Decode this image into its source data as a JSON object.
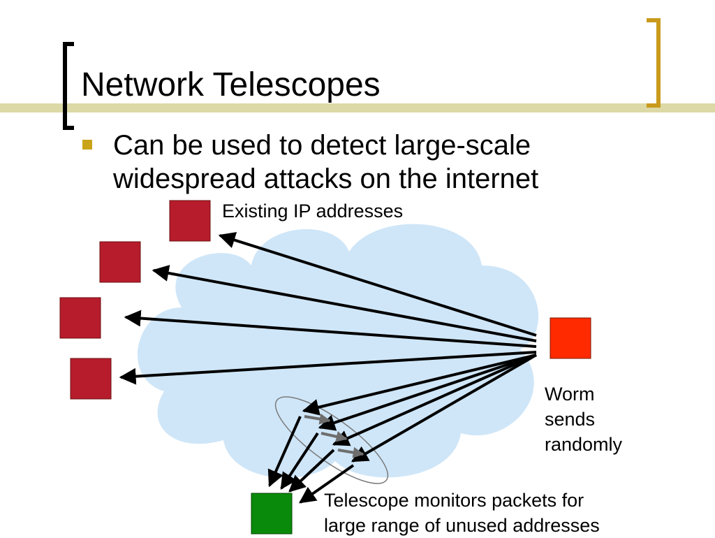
{
  "slide": {
    "title": "Network Telescopes",
    "bullet": "Can be used to detect large-scale widespread attacks on the internet"
  },
  "diagram": {
    "existing_label": "Existing IP addresses",
    "worm_label_lines": [
      "Worm",
      "sends",
      "randomly"
    ],
    "telescope_label_lines": [
      "Telescope monitors packets for",
      "large range of unused addresses"
    ]
  },
  "colors": {
    "title_rule": "#dcd9a6",
    "left_bracket": "#000000",
    "right_bracket": "#c99a1c",
    "bullet": "#c9a418",
    "cloud": "#cfe6f8",
    "host": "#b71c2c",
    "worm": "#ff2a00",
    "telescope": "#0a8a0a"
  }
}
